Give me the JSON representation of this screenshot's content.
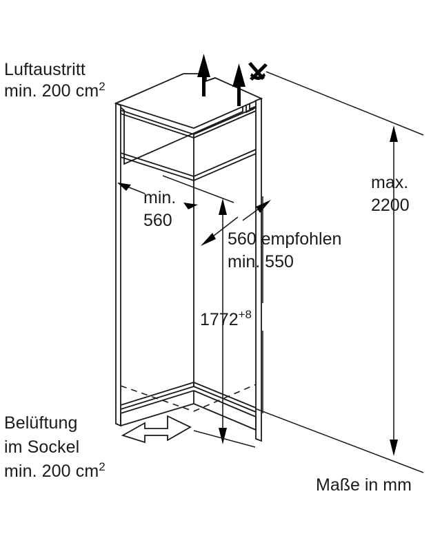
{
  "drawing": {
    "title_note": "Maße in mm",
    "labels": {
      "top_left_line1": "Luftaustritt",
      "top_left_line2_prefix": "min. 200 cm",
      "top_left_line2_sup": "2",
      "bottom_left_line1": "Belüftung",
      "bottom_left_line2": "im Sockel",
      "bottom_left_line3_prefix": "min. 200 cm",
      "bottom_left_line3_sup": "2",
      "width_line1": "min.",
      "width_line2": "560",
      "depth_line1": "560 empfohlen",
      "depth_line2": "min. 550",
      "height_value": "1772",
      "height_tolerance": "+8",
      "max_height_line1": "max.",
      "max_height_line2": "2200",
      "units_note": "Maße in mm"
    },
    "dimensions": {
      "niche_width_min_mm": 560,
      "niche_depth_recommended_mm": 560,
      "niche_depth_min_mm": 550,
      "niche_height_mm": 1772,
      "niche_height_tolerance_mm": 8,
      "max_total_height_mm": 2200,
      "air_outlet_area_cm2": 200,
      "plinth_ventilation_area_cm2": 200
    },
    "icons": {
      "air_outlet_arrow": "up-arrow-icon",
      "blocked_marker": "cross-marker-icon",
      "plinth_inlet_arrow": "block-arrow-right-icon"
    },
    "colors": {
      "line": "#1a1a1a",
      "background": "#ffffff",
      "fill": "#000000"
    }
  }
}
